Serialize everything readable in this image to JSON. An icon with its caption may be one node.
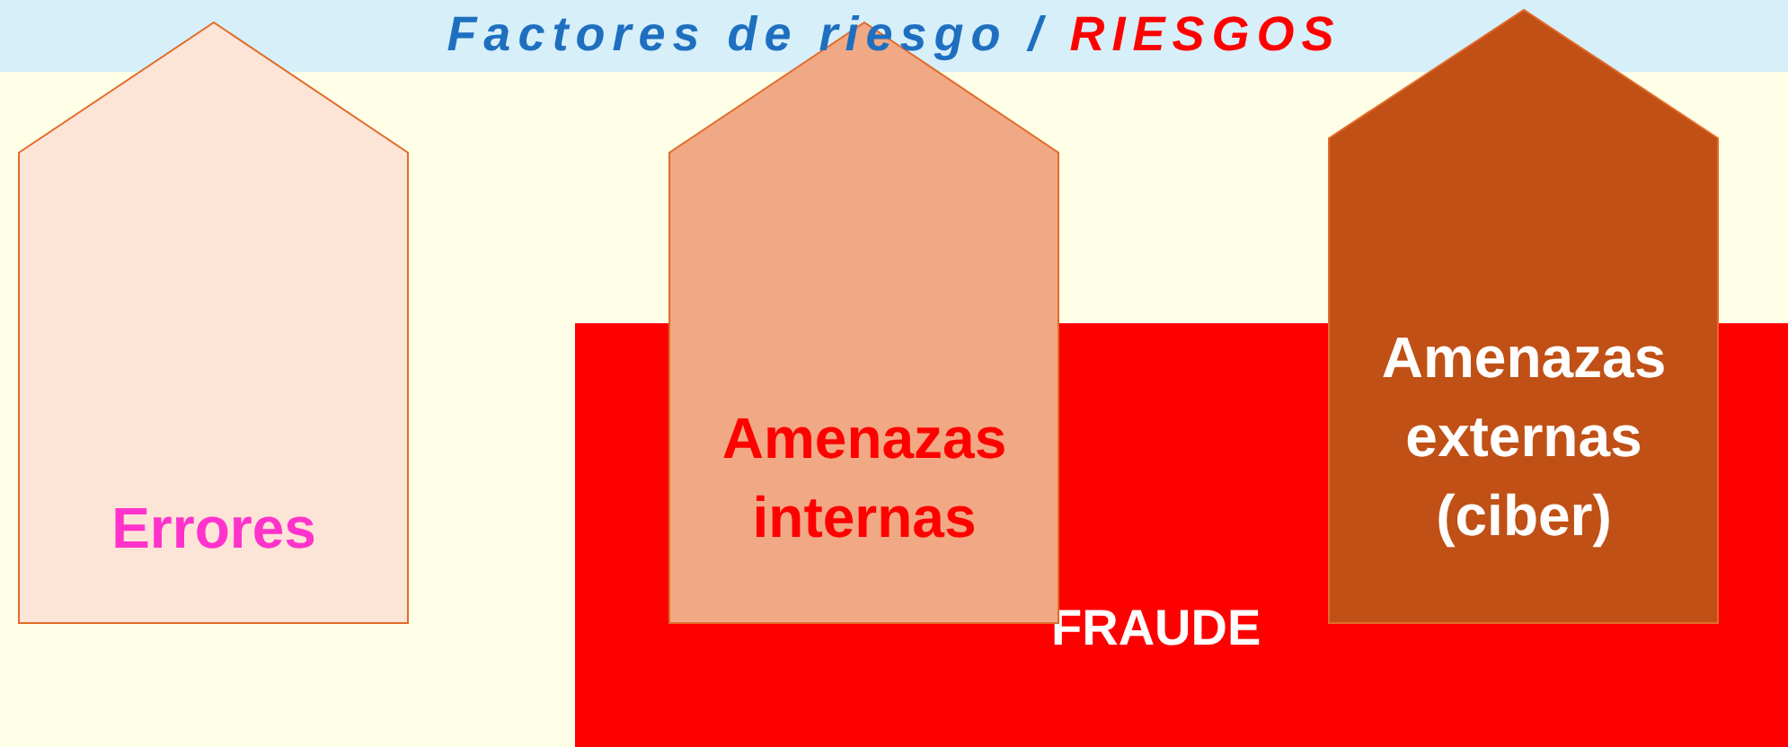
{
  "diagram": {
    "title": "Factores de riesgo / RIESGOS",
    "nodes": [
      {
        "text": [
          "Errores"
        ]
      },
      {
        "text": [
          "Amenazas internas"
        ]
      },
      {
        "text": [
          "Amenazas externas (ciber)"
        ]
      },
      {
        "text": [
          "FRAUDE"
        ]
      }
    ],
    "edges": []
  }
}
